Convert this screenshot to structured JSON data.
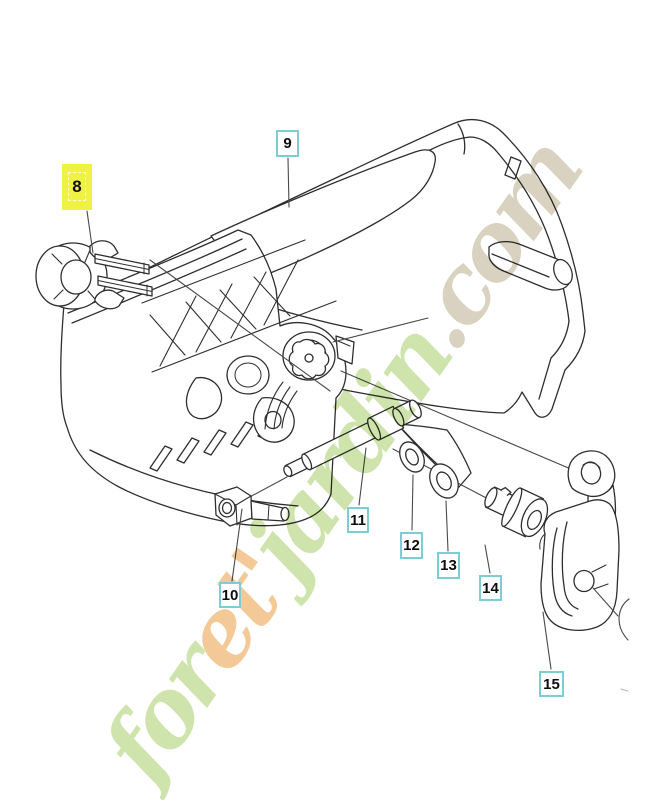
{
  "diagram": {
    "kind": "exploded parts line drawing",
    "subject": "clutch cover / chain brake assembly"
  },
  "watermark": {
    "segments": [
      {
        "text": "for",
        "color": "#cde2a8"
      },
      {
        "text": "et'",
        "color": "#f3c791"
      },
      {
        "text": "jardin",
        "color": "#cde2a8"
      },
      {
        "text": ".com",
        "color": "#d8d0bd"
      }
    ]
  },
  "callouts": {
    "c8": {
      "number": "8",
      "highlighted": true
    },
    "c9": {
      "number": "9",
      "highlighted": false
    },
    "c10": {
      "number": "10",
      "highlighted": false
    },
    "c11": {
      "number": "11",
      "highlighted": false
    },
    "c12": {
      "number": "12",
      "highlighted": false
    },
    "c13": {
      "number": "13",
      "highlighted": false
    },
    "c14": {
      "number": "14",
      "highlighted": false
    },
    "c15": {
      "number": "15",
      "highlighted": false
    }
  },
  "colors": {
    "callout_border": "#7ccdd6",
    "highlight_background": "#f0f243",
    "drawing_line": "#2e2e2e",
    "background": "#ffffff"
  }
}
